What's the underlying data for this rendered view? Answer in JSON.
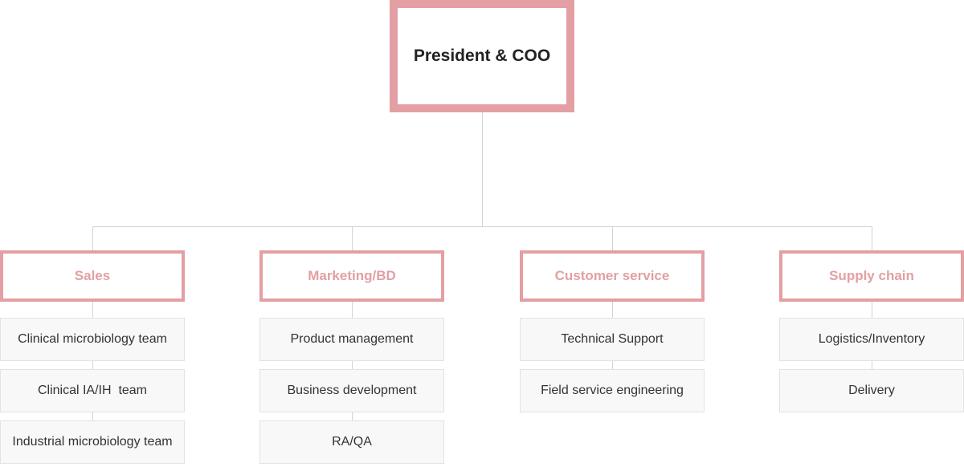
{
  "root": {
    "label": "President & COO"
  },
  "departments": [
    {
      "label": "Sales",
      "teams": [
        "Clinical microbiology team",
        "Clinical IA/IH  team",
        "Industrial microbiology team"
      ]
    },
    {
      "label": "Marketing/BD",
      "teams": [
        "Product management",
        "Business development",
        "RA/QA"
      ]
    },
    {
      "label": "Customer service",
      "teams": [
        "Technical Support",
        "Field service engineering"
      ]
    },
    {
      "label": "Supply chain",
      "teams": [
        "Logistics/Inventory",
        "Delivery"
      ]
    }
  ],
  "colors": {
    "accent": "#e39fa3",
    "connector": "#d3d3d3",
    "team_bg": "#f8f8f8",
    "team_border": "#e2e2e2"
  }
}
